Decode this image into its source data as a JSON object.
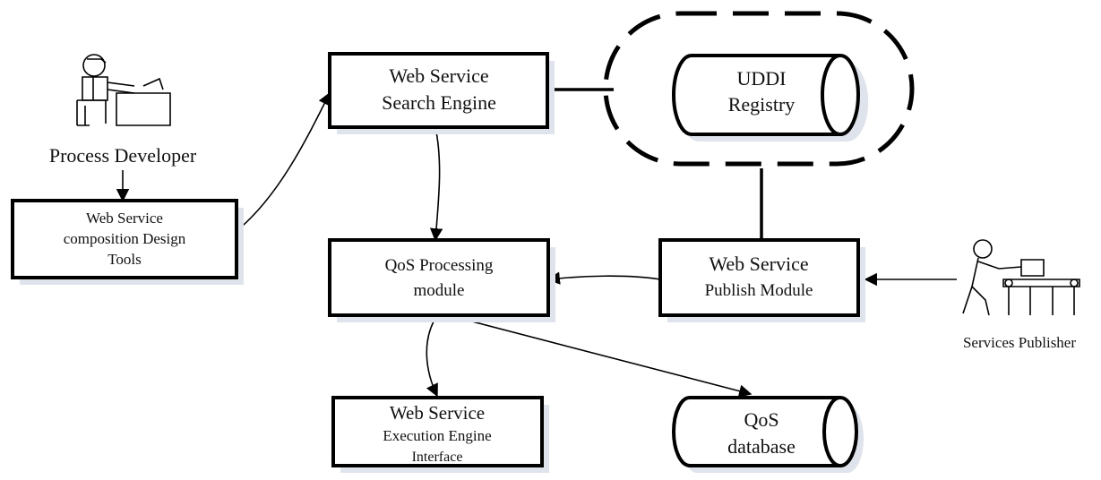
{
  "labels": {
    "process_developer": "Process Developer",
    "services_publisher": "Services Publisher"
  },
  "nodes": {
    "composition_tools": [
      "Web Service",
      "composition Design",
      "Tools"
    ],
    "search_engine": [
      "Web Service",
      "Search Engine"
    ],
    "uddi_registry": [
      "UDDI",
      "Registry"
    ],
    "qos_processing": [
      "QoS Processing",
      "module"
    ],
    "publish_module": [
      "Web Service",
      "Publish Module"
    ],
    "execution_interface": [
      "Web Service",
      "Execution Engine",
      "Interface"
    ],
    "qos_database": [
      "QoS",
      "database"
    ]
  },
  "colors": {
    "stroke": "#000000",
    "shadow": "#dfe3ec",
    "background": "#ffffff"
  }
}
